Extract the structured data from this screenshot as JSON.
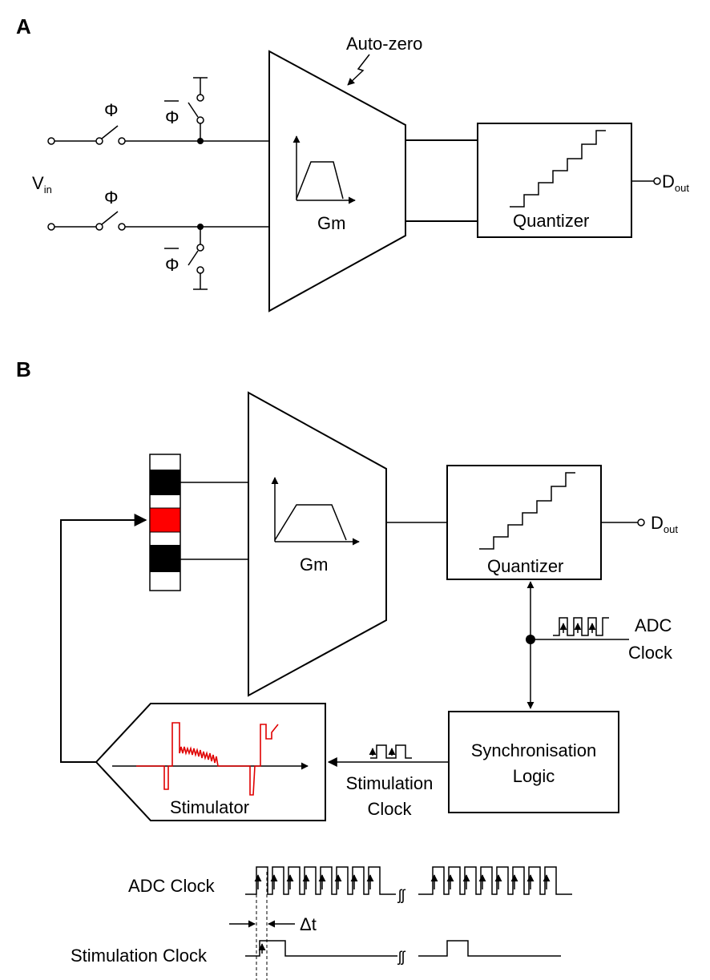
{
  "panelA": {
    "label": "A",
    "autozero": "Auto-zero",
    "phi": "Φ",
    "phibar": "Φ",
    "vin_main": "V",
    "vin_sub": "in",
    "gm": "Gm",
    "quantizer": "Quantizer",
    "dout_main": "D",
    "dout_sub": "out"
  },
  "panelB": {
    "label": "B",
    "gm": "Gm",
    "quantizer": "Quantizer",
    "dout_main": "D",
    "dout_sub": "out",
    "adc_clock_line1": "ADC",
    "adc_clock_line2": "Clock",
    "sync_line1": "Synchronisation",
    "sync_line2": "Logic",
    "stim_clock_line1": "Stimulation",
    "stim_clock_line2": "Clock",
    "stimulator": "Stimulator"
  },
  "timing": {
    "adc_clock": "ADC Clock",
    "stim_clock": "Stimulation Clock",
    "delta_t": "Δt"
  },
  "colors": {
    "stimulus": "#e00000",
    "electrode_active": "#ff0000",
    "electrode_ref": "#000000"
  }
}
